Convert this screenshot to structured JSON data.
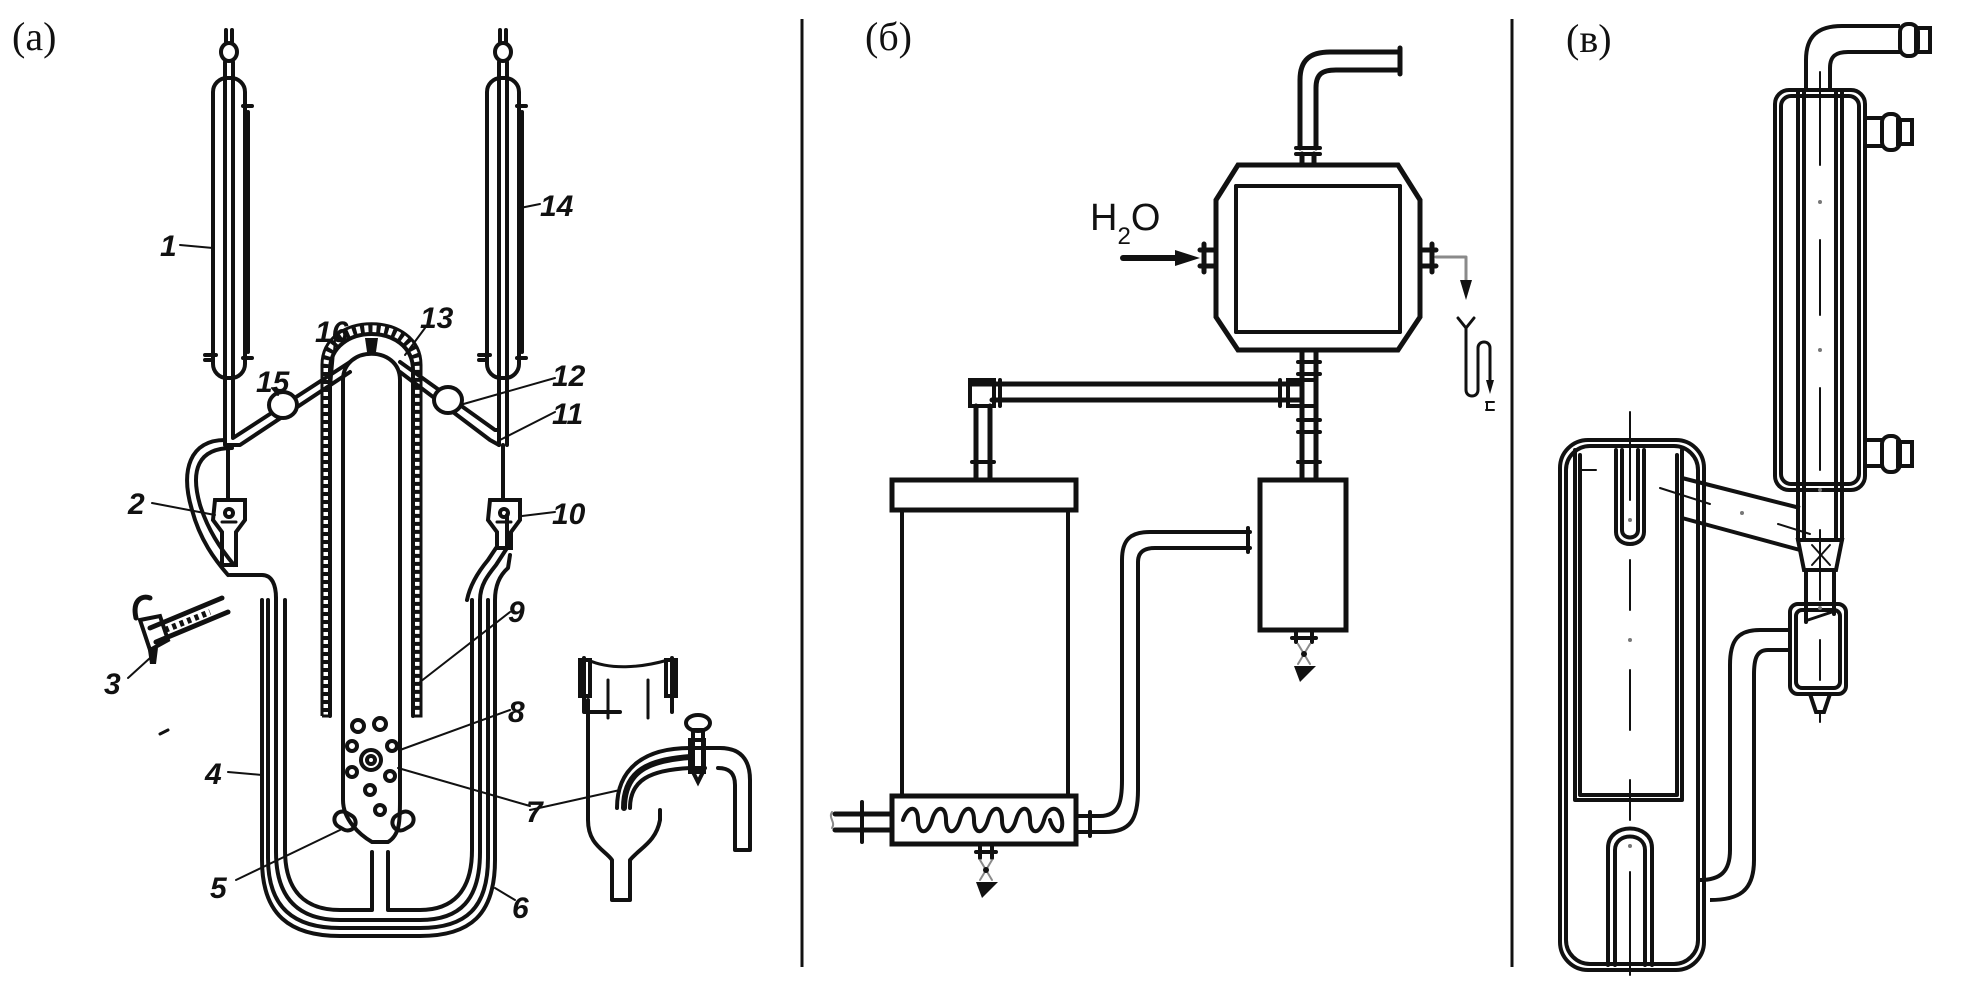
{
  "figure": {
    "panels": [
      {
        "id": "a",
        "label": "(a)",
        "callouts": [
          "1",
          "2",
          "3",
          "4",
          "5",
          "6",
          "7",
          "8",
          "9",
          "10",
          "11",
          "12",
          "13",
          "14",
          "15",
          "16"
        ]
      },
      {
        "id": "b",
        "label": "(б)",
        "inlet_label": {
          "main": "H",
          "sub": "2",
          "tail": "O"
        }
      },
      {
        "id": "v",
        "label": "(в)"
      }
    ],
    "colors": {
      "ink": "#111111",
      "background": "#ffffff",
      "drain_line": "#8a8a8a"
    }
  }
}
